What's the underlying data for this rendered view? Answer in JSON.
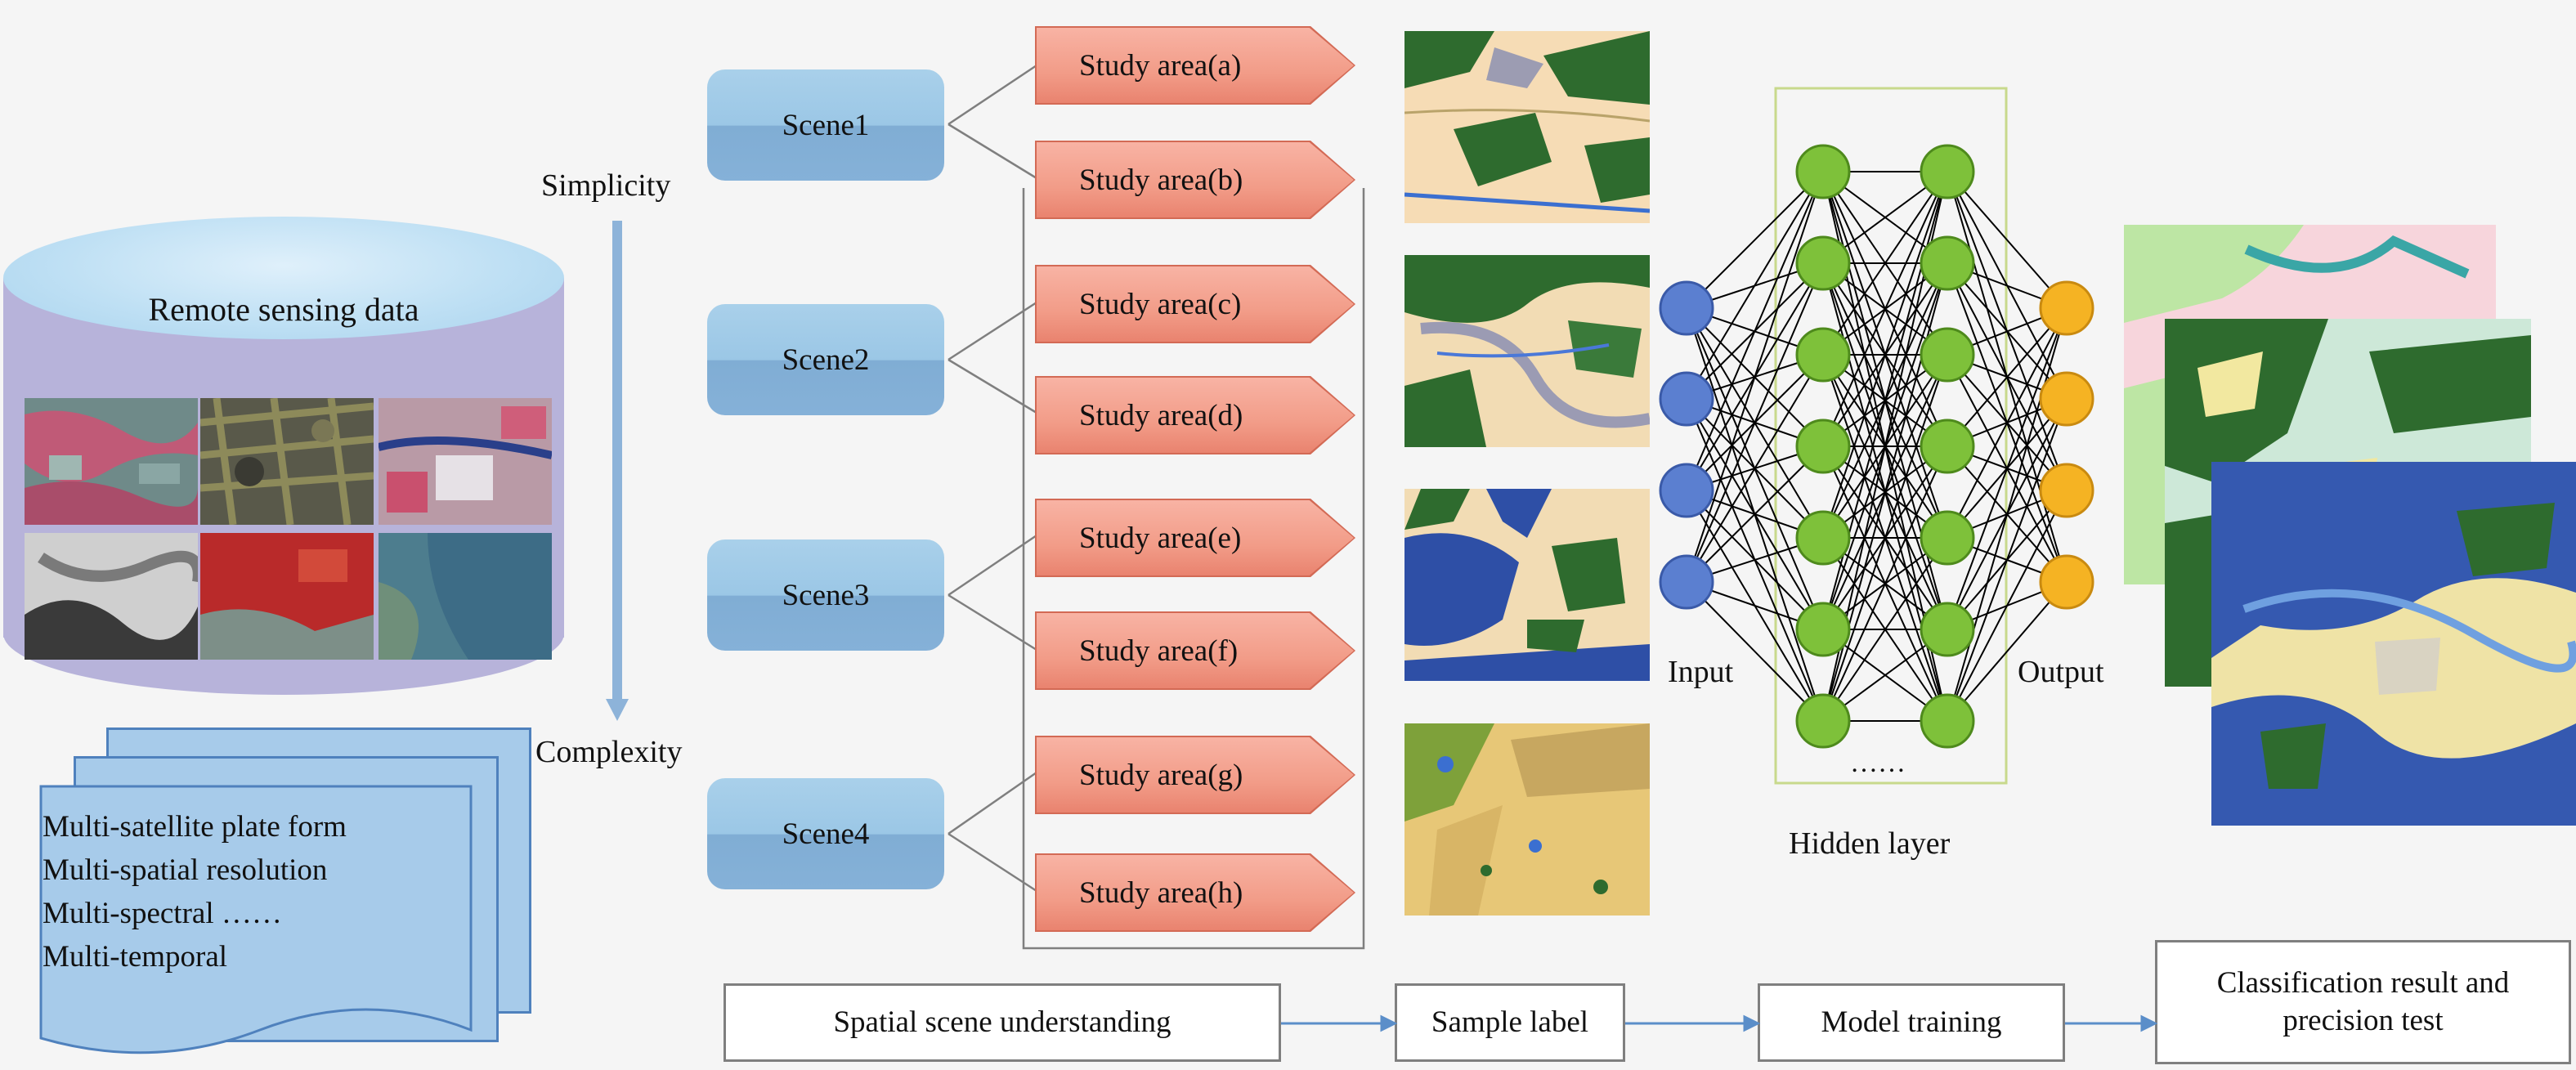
{
  "remote_sensing": {
    "title": "Remote sensing data",
    "thumbnails": [
      "false-color-farmland-image",
      "grayscale-texture-image",
      "urban-false-color-image",
      "grayscale-terrain-image",
      "red-vegetation-image",
      "blue-water-image"
    ]
  },
  "data_features": [
    "Multi-satellite plate form",
    "Multi-spatial resolution",
    "Multi-spectral ……",
    "Multi-temporal"
  ],
  "axis": {
    "top_label": "Simplicity",
    "bottom_label": "Complexity"
  },
  "scenes": [
    "Scene1",
    "Scene2",
    "Scene3",
    "Scene4"
  ],
  "study_areas": [
    "Study area(a)",
    "Study area(b)",
    "Study area(c)",
    "Study area(d)",
    "Study area(e)",
    "Study area(f)",
    "Study area(g)",
    "Study area(h)"
  ],
  "network": {
    "input_label": "Input",
    "output_label": "Output",
    "hidden_label": "Hidden layer",
    "ellipsis": "……"
  },
  "workflow": [
    "Spatial scene understanding",
    "Sample label",
    "Model training",
    "Classification result and precision test"
  ],
  "colors": {
    "input_node": "#5b7fd0",
    "hidden_node": "#7ec13a",
    "output_node": "#f5b323",
    "study_arrow": "#f29c88",
    "scene_box": "#9bc7e6",
    "flow_arrow": "#5b8ec9"
  }
}
